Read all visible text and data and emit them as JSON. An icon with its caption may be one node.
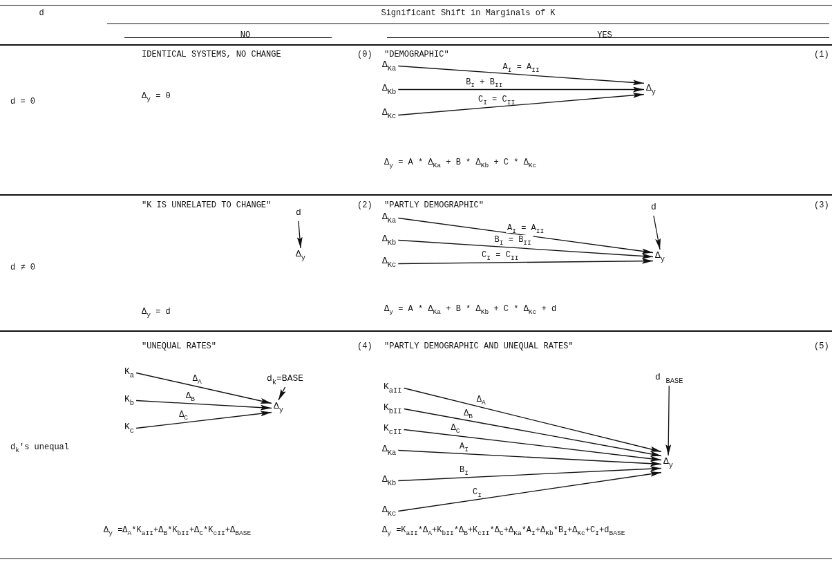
{
  "diagram": {
    "nodes": [
      {
        "text": [
          "Δ$_{Ka}$"
        ]
      },
      {
        "text": [
          "Δ$_{Kb}$"
        ]
      },
      {
        "text": [
          "Δ$_{Kc}$"
        ]
      },
      {
        "text": [
          "Δ$_{y}$"
        ]
      },
      {
        "text": [
          "d"
        ]
      },
      {
        "text": [
          "Δ$_{y}$"
        ]
      },
      {
        "text": [
          "Δ$_{Ka}$"
        ]
      },
      {
        "text": [
          "Δ$_{Kb}$"
        ]
      },
      {
        "text": [
          "Δ$_{Kc}$"
        ]
      },
      {
        "text": [
          "d"
        ]
      },
      {
        "text": [
          "Δ$_{y}$"
        ]
      },
      {
        "text": [
          "K$_{a}$"
        ]
      },
      {
        "text": [
          "K$_{b}$"
        ]
      },
      {
        "text": [
          "K$_{c}$"
        ]
      },
      {
        "text": [
          "d$_{k}$=BASE"
        ]
      },
      {
        "text": [
          "Δ$_{y}$"
        ]
      },
      {
        "text": [
          "K$_{aII}$"
        ]
      },
      {
        "text": [
          "K$_{bII}$"
        ]
      },
      {
        "text": [
          "K$_{cII}$"
        ]
      },
      {
        "text": [
          "Δ$_{Ka}$"
        ]
      },
      {
        "text": [
          "Δ$_{Kb}$"
        ]
      },
      {
        "text": [
          "Δ$_{Kc}$"
        ]
      },
      {
        "text": [
          "d $_{BASE}$"
        ]
      },
      {
        "text": [
          "Δ$_{y}$"
        ]
      }
    ],
    "edges": [
      {
        "from": 0,
        "to": 3,
        "arrow": "to",
        "label": "A$_{I}$ = A$_{II}$"
      },
      {
        "from": 1,
        "to": 3,
        "arrow": "to",
        "label": "B$_{I}$ + B$_{II}$"
      },
      {
        "from": 2,
        "to": 3,
        "arrow": "to",
        "label": "C$_{I}$ = C$_{II}$"
      },
      {
        "from": 4,
        "to": 5,
        "arrow": "to"
      },
      {
        "from": 6,
        "to": 10,
        "arrow": "to",
        "label": "A$_{I}$ = A$_{II}$"
      },
      {
        "from": 7,
        "to": 10,
        "arrow": "to",
        "label": "B$_{I}$ = B$_{II}$"
      },
      {
        "from": 8,
        "to": 10,
        "arrow": "to",
        "label": "C$_{I}$ = C$_{II}$"
      },
      {
        "from": 9,
        "to": 10,
        "arrow": "to"
      },
      {
        "from": 11,
        "to": 15,
        "arrow": "to",
        "label": "Δ$_{A}$"
      },
      {
        "from": 12,
        "to": 15,
        "arrow": "to",
        "label": "Δ$_{B}$"
      },
      {
        "from": 13,
        "to": 15,
        "arrow": "to",
        "label": "Δ$_{C}$"
      },
      {
        "from": 14,
        "to": 15,
        "arrow": "to"
      },
      {
        "from": 16,
        "to": 23,
        "arrow": "to",
        "label": "Δ$_{A}$"
      },
      {
        "from": 17,
        "to": 23,
        "arrow": "to",
        "label": "Δ$_{B}$"
      },
      {
        "from": 18,
        "to": 23,
        "arrow": "to",
        "label": "Δ$_{C}$"
      },
      {
        "from": 19,
        "to": 23,
        "arrow": "to",
        "label": "A$_{I}$"
      },
      {
        "from": 20,
        "to": 23,
        "arrow": "to",
        "label": "B$_{I}$"
      },
      {
        "from": 21,
        "to": 23,
        "arrow": "to",
        "label": "C$_{I}$"
      },
      {
        "from": 22,
        "to": 23,
        "arrow": "to"
      }
    ],
    "labels": [
      "d",
      "Significant Shift in Marginals of K",
      "NO",
      "YES",
      "IDENTICAL SYSTEMS, NO CHANGE",
      "(0)",
      "\"DEMOGRAPHIC\"",
      "(1)",
      "d = 0",
      "Δ$_{y}$ = 0",
      "Δ$_{y}$ = A * Δ$_{Ka}$ + B * Δ$_{Kb}$ + C * Δ$_{Kc}$",
      "\"K IS UNRELATED TO CHANGE\"",
      "(2)",
      "\"PARTLY DEMOGRAPHIC\"",
      "(3)",
      "d ≠ 0",
      "Δ$_{y}$ = d",
      "Δ$_{y}$ = A * Δ$_{Ka}$ + B * Δ$_{Kb}$ + C * Δ$_{Kc}$ + d",
      "\"UNEQUAL RATES\"",
      "(4)",
      "\"PARTLY DEMOGRAPHIC AND UNEQUAL RATES\"",
      "(5)",
      "d$_{k}$'s unequal",
      "Δ$_{y}$ =Δ$_{A}$*K$_{aII}$+Δ$_{B}$*K$_{bII}$+Δ$_{C}$*K$_{cII}$+Δ$_{BASE}$",
      "Δ$_{y}$ =K$_{aII}$*Δ$_{A}$+K$_{bII}$*Δ$_{B}$+K$_{cII}$*Δ$_{C}$+Δ$_{Ka}$*A$_{I}$+Δ$_{Kb}$*B$_{I}$+Δ$_{Kc}$+C$_{I}$+d$_{BASE}$"
    ]
  }
}
